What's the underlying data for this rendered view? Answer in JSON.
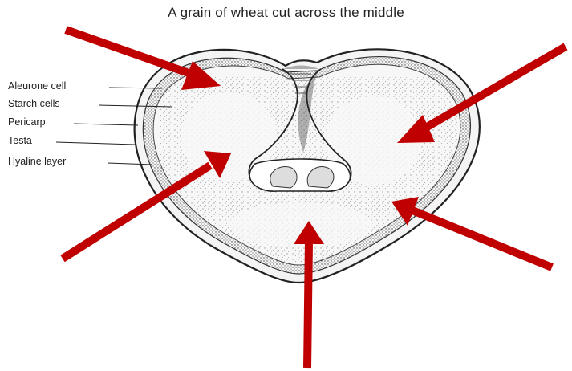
{
  "title": "A grain of wheat cut across the middle",
  "labels": {
    "aleurone": "Aleurone cell",
    "starch": "Starch cells",
    "pericarp": "Pericarp",
    "testa": "Testa",
    "hyaline": "Hyaline layer"
  },
  "colors": {
    "arrow": "#c00000",
    "outline": "#222222",
    "stipple": "#666666"
  }
}
